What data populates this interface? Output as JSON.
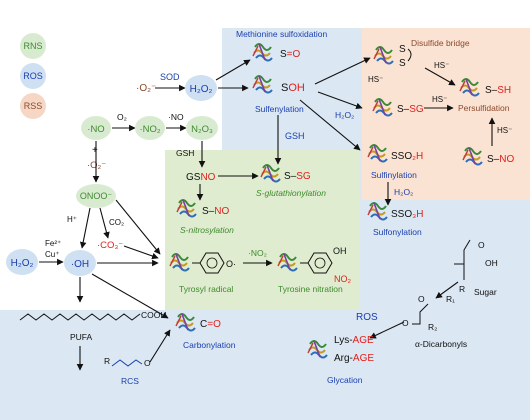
{
  "legend": {
    "rns": "RNS",
    "ros": "ROS",
    "rss": "RSS"
  },
  "labels": {
    "methionine_sulfoxidation": "Methionine sulfoxidation",
    "disulfide_bridge": "Disulfide bridge",
    "superoxide": "·O₂⁻",
    "sod": "SOD",
    "h2o2_top": "H₂O₂",
    "s_eq_o": "S=O",
    "s_h": "S",
    "oh_suffix": "OH",
    "sulfenylation": "Sulfenylation",
    "hs_1": "HS⁻",
    "hs_2": "HS⁻",
    "hs_3": "HS⁻",
    "hs_4": "HS⁻",
    "s_sh_prefix": "S–",
    "s_sh_red": "SH",
    "s_sg_prefix": "S–",
    "s_sg_red": "SG",
    "persulfidation": "Persulfidation",
    "h2o2_mid": "H₂O₂",
    "no_radical": "·NO",
    "o2": "O₂",
    "no2": "·NO₂",
    "no_mid": "·NO",
    "n2o3": "N₂O₃",
    "plus": "+",
    "superoxide_2": "·O₂⁻",
    "onoo": "ONOO⁻",
    "gsh_left": "GSH",
    "gsh_center": "GSH",
    "gsno_prefix": "GS",
    "gsno_red": "NO",
    "s_sg2_prefix": "S–",
    "s_sg2_red": "SG",
    "s_glutathionylation": "S-glutathionylation",
    "s_no_prefix": "S–",
    "s_no_red": "NO",
    "s_nitrosylation": "S-nitrosylation",
    "so2h_prefix": "SO",
    "so2h_red": "₂H",
    "sulfinylation": "Sulfinylation",
    "h2o2_right": "H₂O₂",
    "so3h_prefix": "SO",
    "so3h_red": "₃H",
    "sulfonylation": "Sulfonylation",
    "s_no2_prefix": "S–",
    "s_no2_red": "NO",
    "h_plus": "H⁺",
    "co2": "CO₂",
    "fe": "Fe²⁺",
    "cu": "Cu⁺",
    "co3": "·CO₃⁻",
    "h2o2_left": "H₂O₂",
    "oh_radical": "·OH",
    "no2_2": "·NO₂",
    "o_radical": "O·",
    "tyrosyl_radical": "Tyrosyl radical",
    "oh_group": "OH",
    "no2_group": "NO₂",
    "tyrosine_nitration": "Tyrosine nitration",
    "cooh": "COOH",
    "pufa": "PUFA",
    "r_group": "R",
    "o_group": "O",
    "rcs": "RCS",
    "c_eq_o_prefix": "C",
    "c_eq_o_red": "=O",
    "carbonylation": "Carbonylation",
    "sugar_o": "O",
    "sugar_oh": "OH",
    "sugar_r": "R",
    "sugar": "Sugar",
    "dicarb_r1": "R₁",
    "dicarb_r2": "R₂",
    "dicarb_o1": "O",
    "dicarb_o2": "O",
    "dicarbonyls": "α-Dicarbonyls",
    "ros_glycation": "ROS",
    "lys": "Lys-",
    "lys_age": "AGE",
    "arg": "Arg-",
    "arg_age": "AGE",
    "glycation": "Glycation"
  },
  "colors": {
    "blue_region": "#dbe7f3",
    "green_region": "#dfeccf",
    "orange_region": "#fbe3d3",
    "ros_circle": "#cfe0f2",
    "rns_circle": "#d8ebd0",
    "rss_circle": "#f6d7c6",
    "blue_text": "#1a3fb0",
    "red_text": "#e0201c",
    "brown_text": "#8b4a2b",
    "green_text": "#3f8a2f"
  }
}
